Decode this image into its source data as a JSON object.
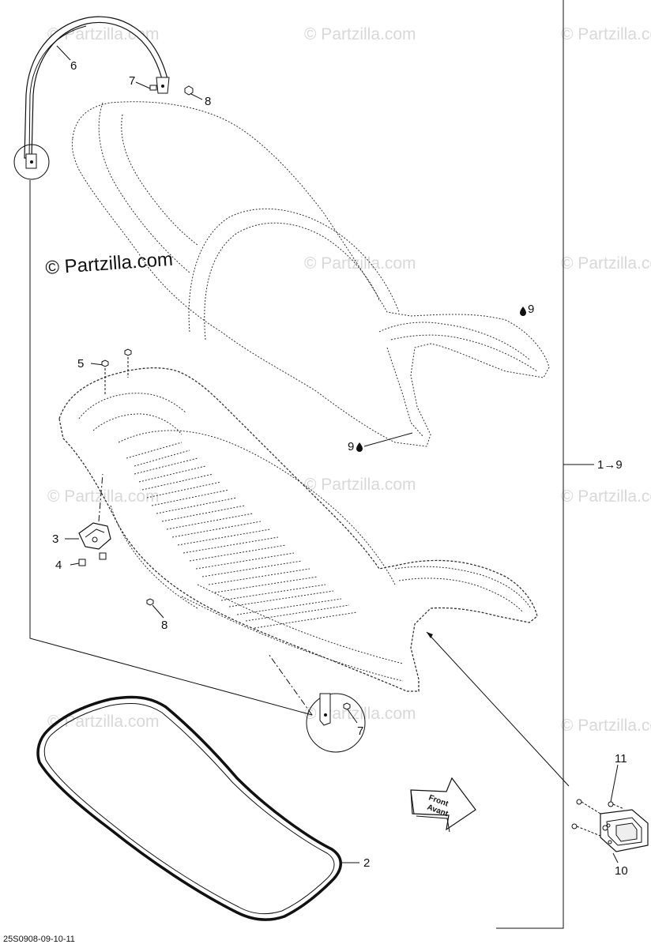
{
  "watermarks": {
    "light_text": "© Partzilla.com",
    "dark_text": "© Partzilla.com"
  },
  "callouts": {
    "strap": "6",
    "strap_screw": "7",
    "strap_nut_top": "8",
    "seat_sealant_right": "9",
    "seat_sealant_bottom": "9",
    "base_nut": "5",
    "latch": "3",
    "latch_screw": "4",
    "base_nut_lower": "8",
    "detail_screw": "7",
    "gasket": "2",
    "kit_range": "1→9",
    "bracket_screw": "11",
    "bracket": "10"
  },
  "front_arrow": {
    "line1": "Front",
    "line2": "Avant"
  },
  "drawing_code": "25S0908-09-10-11",
  "colors": {
    "ink": "#111111",
    "watermark": "#d8d8d8",
    "background": "#ffffff"
  }
}
